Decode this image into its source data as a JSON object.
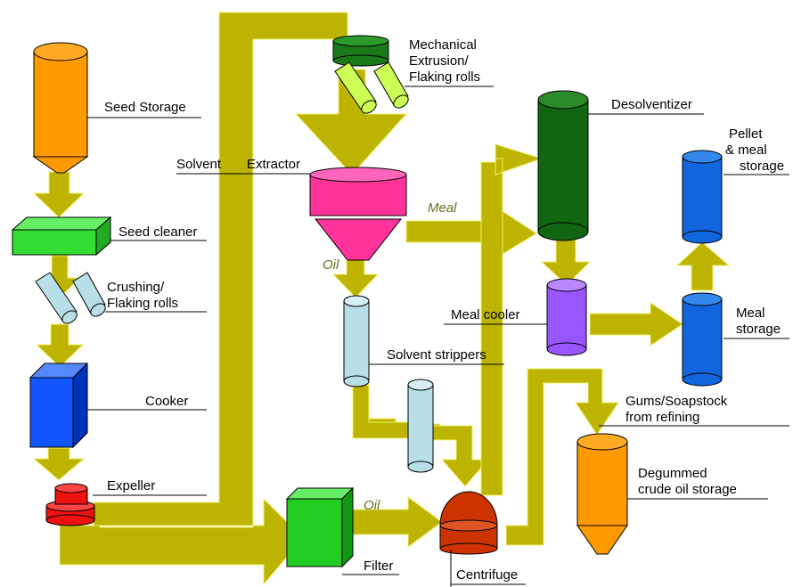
{
  "labels": {
    "seed_storage": "Seed Storage",
    "seed_cleaner": "Seed cleaner",
    "crushing_1": "Crushing/",
    "crushing_2": "Flaking rolls",
    "cooker": "Cooker",
    "expeller": "Expeller",
    "mech_1": "Mechanical",
    "mech_2": "Extrusion/",
    "mech_3": "Flaking rolls",
    "solvent": "Solvent",
    "extractor": "Extractor",
    "meal_flow": "Meal",
    "oil_flow_1": "Oil",
    "solvent_strippers": "Solvent strippers",
    "desolventizer": "Desolventizer",
    "meal_cooler": "Meal cooler",
    "pellet_1": "Pellet",
    "pellet_2": "& meal",
    "pellet_3": "storage",
    "meal_storage_1": "Meal",
    "meal_storage_2": "storage",
    "gums_1": "Gums/Soapstock",
    "gums_2": "from refining",
    "degummed_1": "Degummed",
    "degummed_2": "crude oil storage",
    "oil_flow_2": "Oil",
    "filter": "Filter",
    "centrifuge": "Centrifuge"
  },
  "colors": {
    "flow": "#bcb400",
    "flow_edge": "#f4f06a",
    "storage_orange": "#ff9900",
    "cleaner_green": "#33dd33",
    "rolls": "#b8dfe8",
    "cooker_blue": "#1155ff",
    "expeller_red": "#ee1111",
    "mech_green": "#1a7a1a",
    "extractor_pink": "#ff3399",
    "desolventizer_green": "#116611",
    "cooler_purple": "#9955ff",
    "storage_blue": "#1166dd",
    "filter_green": "#22cc22",
    "centrifuge_red": "#cc3300"
  }
}
